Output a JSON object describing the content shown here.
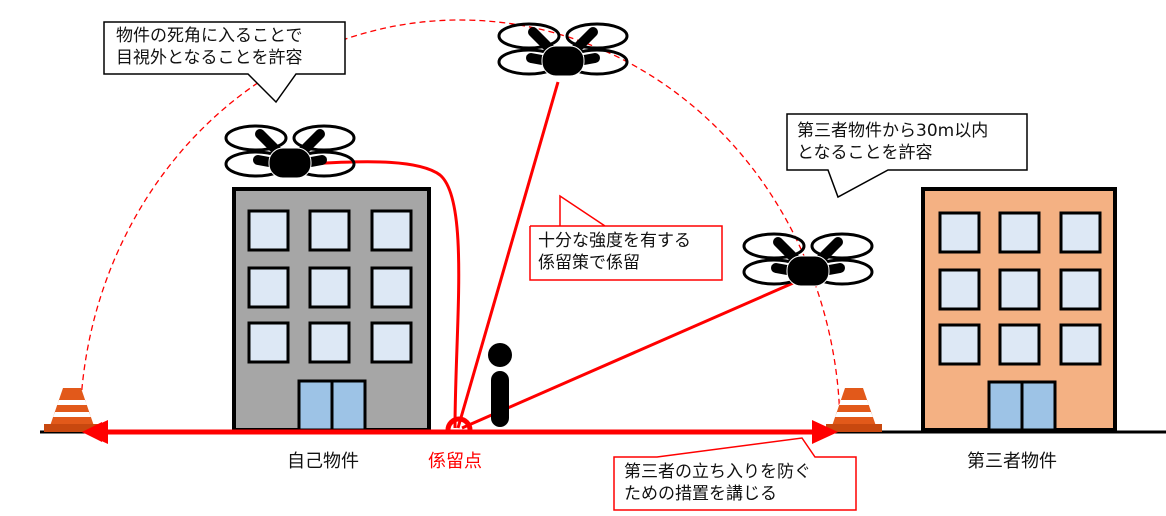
{
  "callouts": {
    "blind_spot": {
      "line1": "物件の死角に入ることで",
      "line2": "目視外となることを許容"
    },
    "third_party_30m": {
      "line1": "第三者物件から30m以内",
      "line2": "となることを許容"
    },
    "tether": {
      "line1": "十分な強度を有する",
      "line2": "係留策で係留"
    },
    "entry_prevention": {
      "line1": "第三者の立ち入りを防ぐ",
      "line2": "ための措置を講じる"
    }
  },
  "labels": {
    "own_building": "自己物件",
    "tether_point": "係留点",
    "third_party_building": "第三者物件"
  },
  "colors": {
    "tether_red": "#ff0000",
    "own_building": "#a6a6a6",
    "third_party_building": "#f4b183",
    "window": "#dde8f5",
    "door": "#9dc3e6",
    "cone": "#e2591a"
  }
}
